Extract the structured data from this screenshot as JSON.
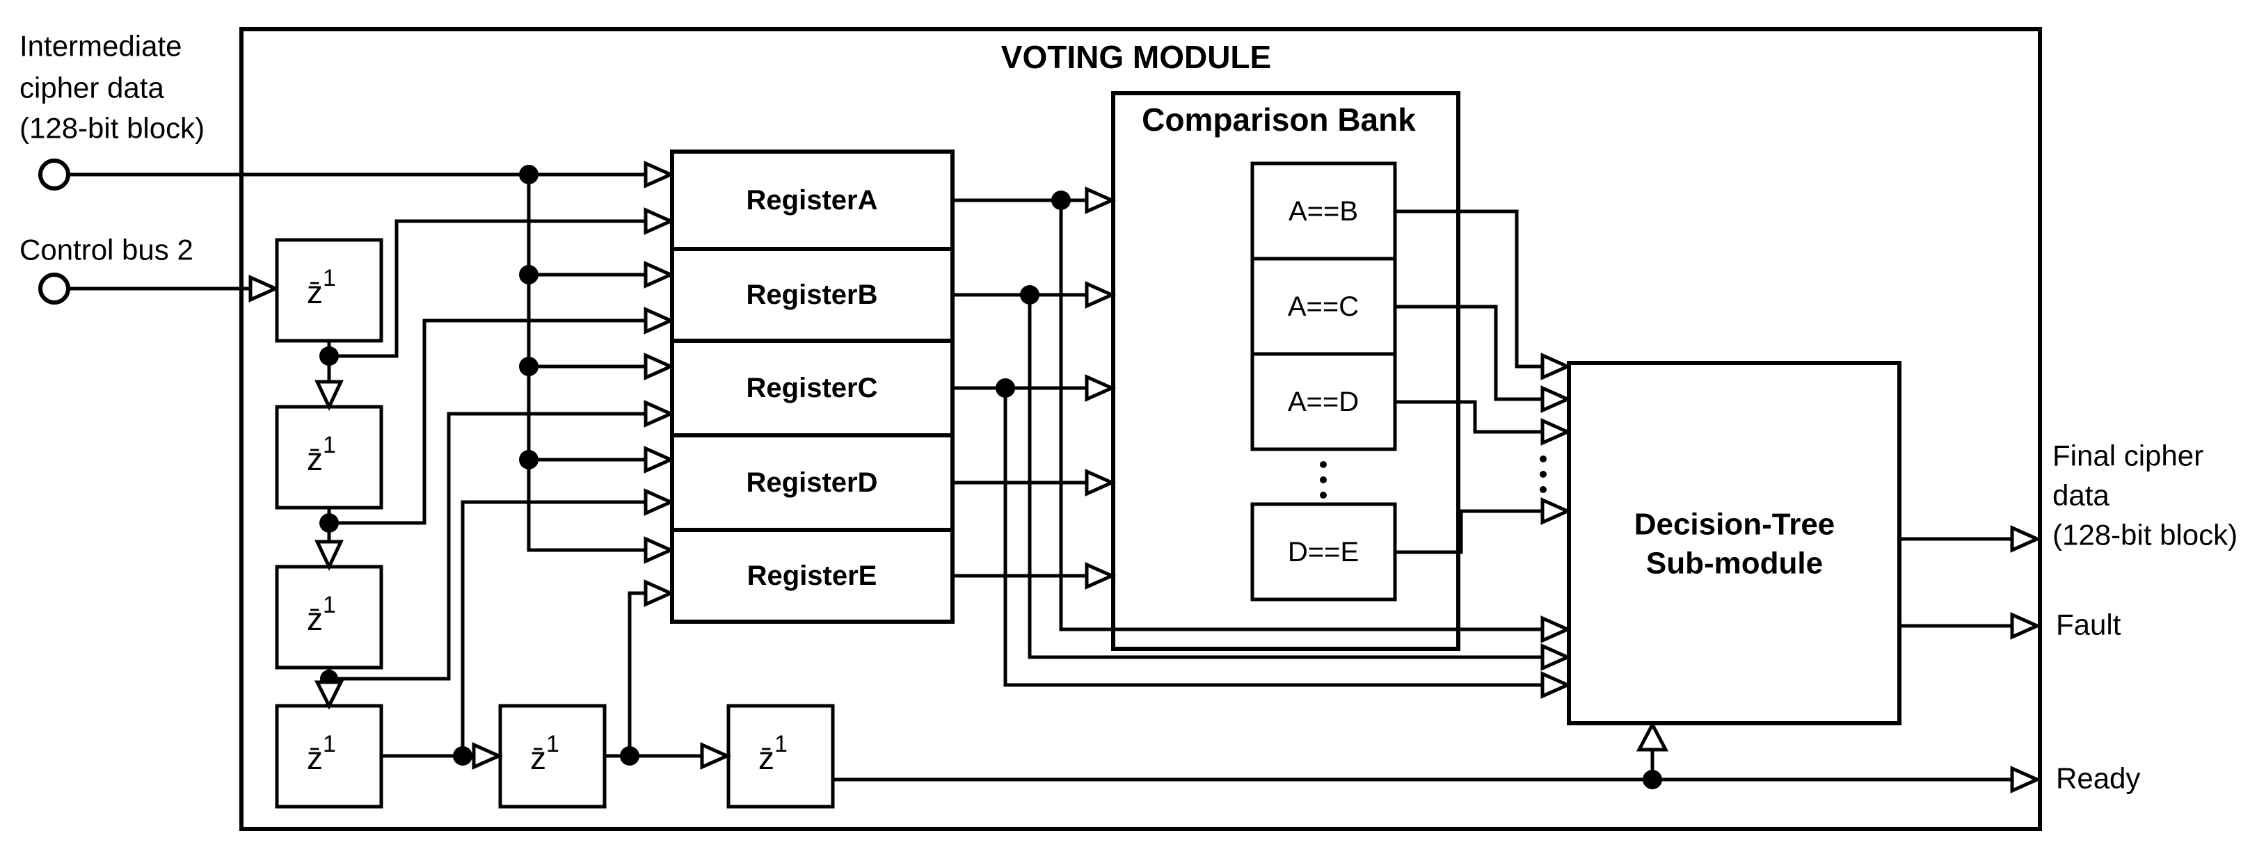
{
  "title": "VOTING MODULE",
  "inputs": {
    "input1": {
      "line1": "Intermediate",
      "line2": "cipher data",
      "line3": "(128-bit block)"
    },
    "input2": {
      "label": "Control bus 2"
    }
  },
  "delay": {
    "base": "z̄",
    "sup": "1"
  },
  "registers": [
    "RegisterA",
    "RegisterB",
    "RegisterC",
    "RegisterD",
    "RegisterE"
  ],
  "comparison_bank": {
    "title": "Comparison Bank",
    "comparators": [
      "A==B",
      "A==C",
      "A==D",
      "D==E"
    ],
    "ellipsis": "⋮"
  },
  "decision_tree": {
    "line1": "Decision-Tree",
    "line2": "Sub-module"
  },
  "outputs": {
    "final": {
      "line1": "Final cipher",
      "line2": "data",
      "line3": "(128-bit block)"
    },
    "fault": "Fault",
    "ready": "Ready"
  },
  "colors": {
    "line": "#000000",
    "background": "#ffffff"
  }
}
